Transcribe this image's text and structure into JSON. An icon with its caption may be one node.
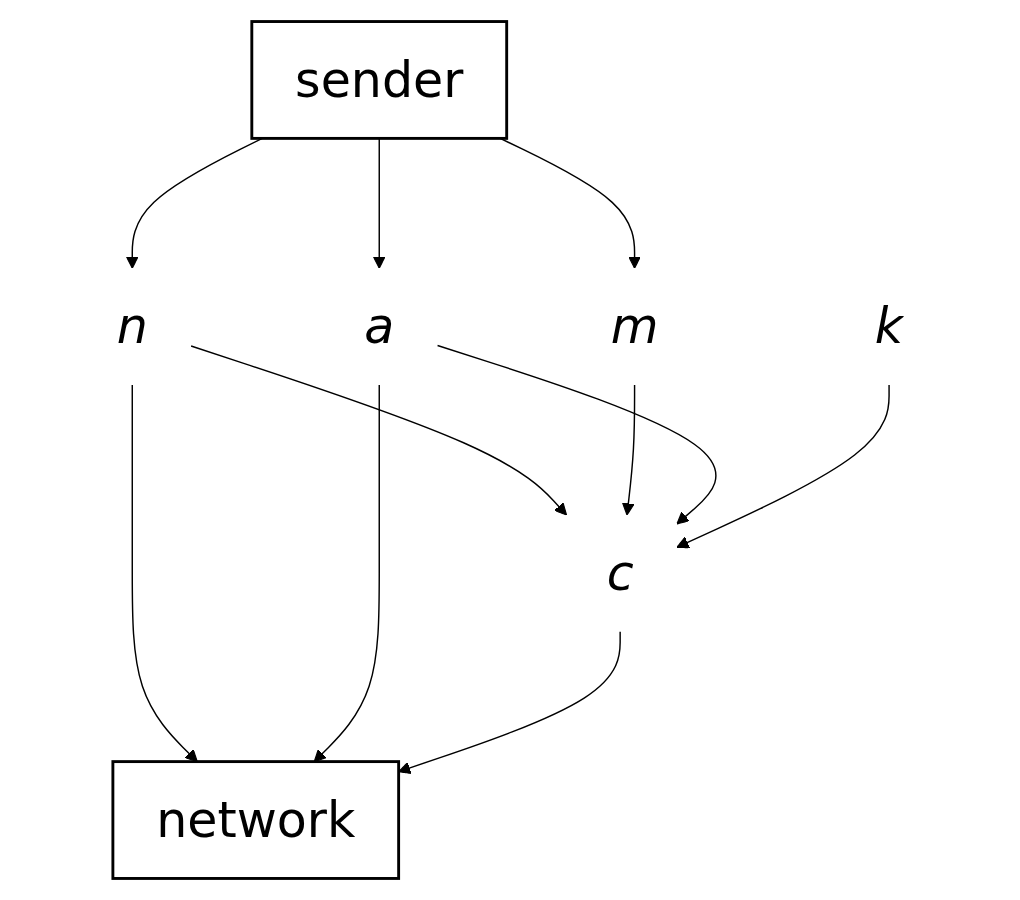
{
  "diagram": {
    "nodes": [
      {
        "text": [
          "sender"
        ]
      },
      {
        "text": [
          "n"
        ]
      },
      {
        "text": [
          "m"
        ]
      },
      {
        "text": [
          "a"
        ]
      },
      {
        "text": [
          "c"
        ]
      },
      {
        "text": [
          "k"
        ]
      },
      {
        "text": [
          "network"
        ]
      }
    ],
    "edges": [
      {
        "from": 0,
        "to": 1,
        "arrow": "to"
      },
      {
        "from": 0,
        "to": 2,
        "arrow": "to"
      },
      {
        "from": 0,
        "to": 3,
        "arrow": "to"
      },
      {
        "from": 1,
        "to": 4,
        "arrow": "to"
      },
      {
        "from": 1,
        "to": 6,
        "arrow": "to"
      },
      {
        "from": 2,
        "to": 4,
        "arrow": "to"
      },
      {
        "from": 3,
        "to": 4,
        "arrow": "to"
      },
      {
        "from": 3,
        "to": 6,
        "arrow": "to"
      },
      {
        "from": 5,
        "to": 4,
        "arrow": "to"
      },
      {
        "from": 4,
        "to": 6,
        "arrow": "to"
      }
    ]
  }
}
